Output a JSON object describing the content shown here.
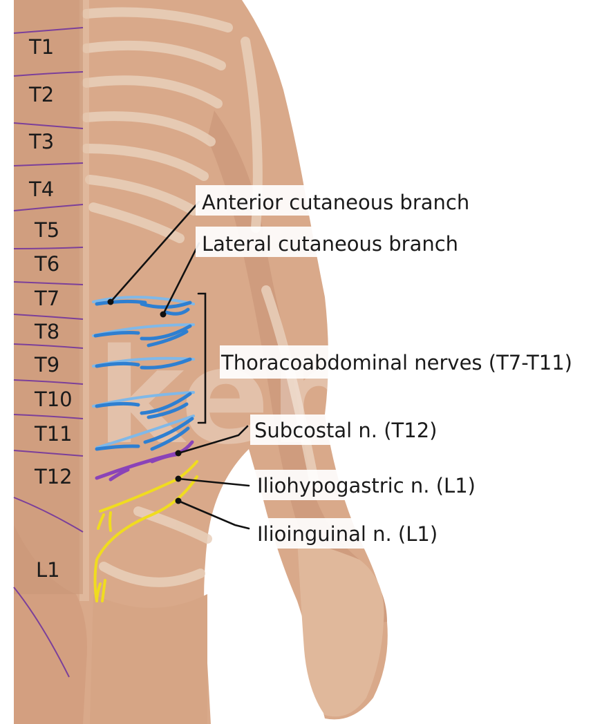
{
  "dermatome_labels": [
    "T1",
    "T2",
    "T3",
    "T4",
    "T5",
    "T6",
    "T7",
    "T8",
    "T9",
    "T10",
    "T11",
    "T12",
    "L1"
  ],
  "callouts": {
    "anterior": "Anterior cutaneous branch",
    "lateral": "Lateral cutaneous branch",
    "thoracoabdominal": "Thoracoabdominal nerves (T7-T11)",
    "subcostal": "Subcostal n. (T12)",
    "iliohypogastric": "Iliohypogastric n. (L1)",
    "ilioinguinal": "Ilioinguinal n. (L1)"
  },
  "watermark": "kenhub.org",
  "colors": {
    "skin": "#d9a98a",
    "skin_dark": "#c99576",
    "bone": "#e6c9b1",
    "dermatome_line": "#7b3f9a",
    "thoracoabdominal_nerve": "#2e7fd1",
    "thoracoabdominal_nerve_light": "#7fb8e8",
    "subcostal_nerve": "#8a43b8",
    "l1_nerve": "#f0dc1f"
  }
}
